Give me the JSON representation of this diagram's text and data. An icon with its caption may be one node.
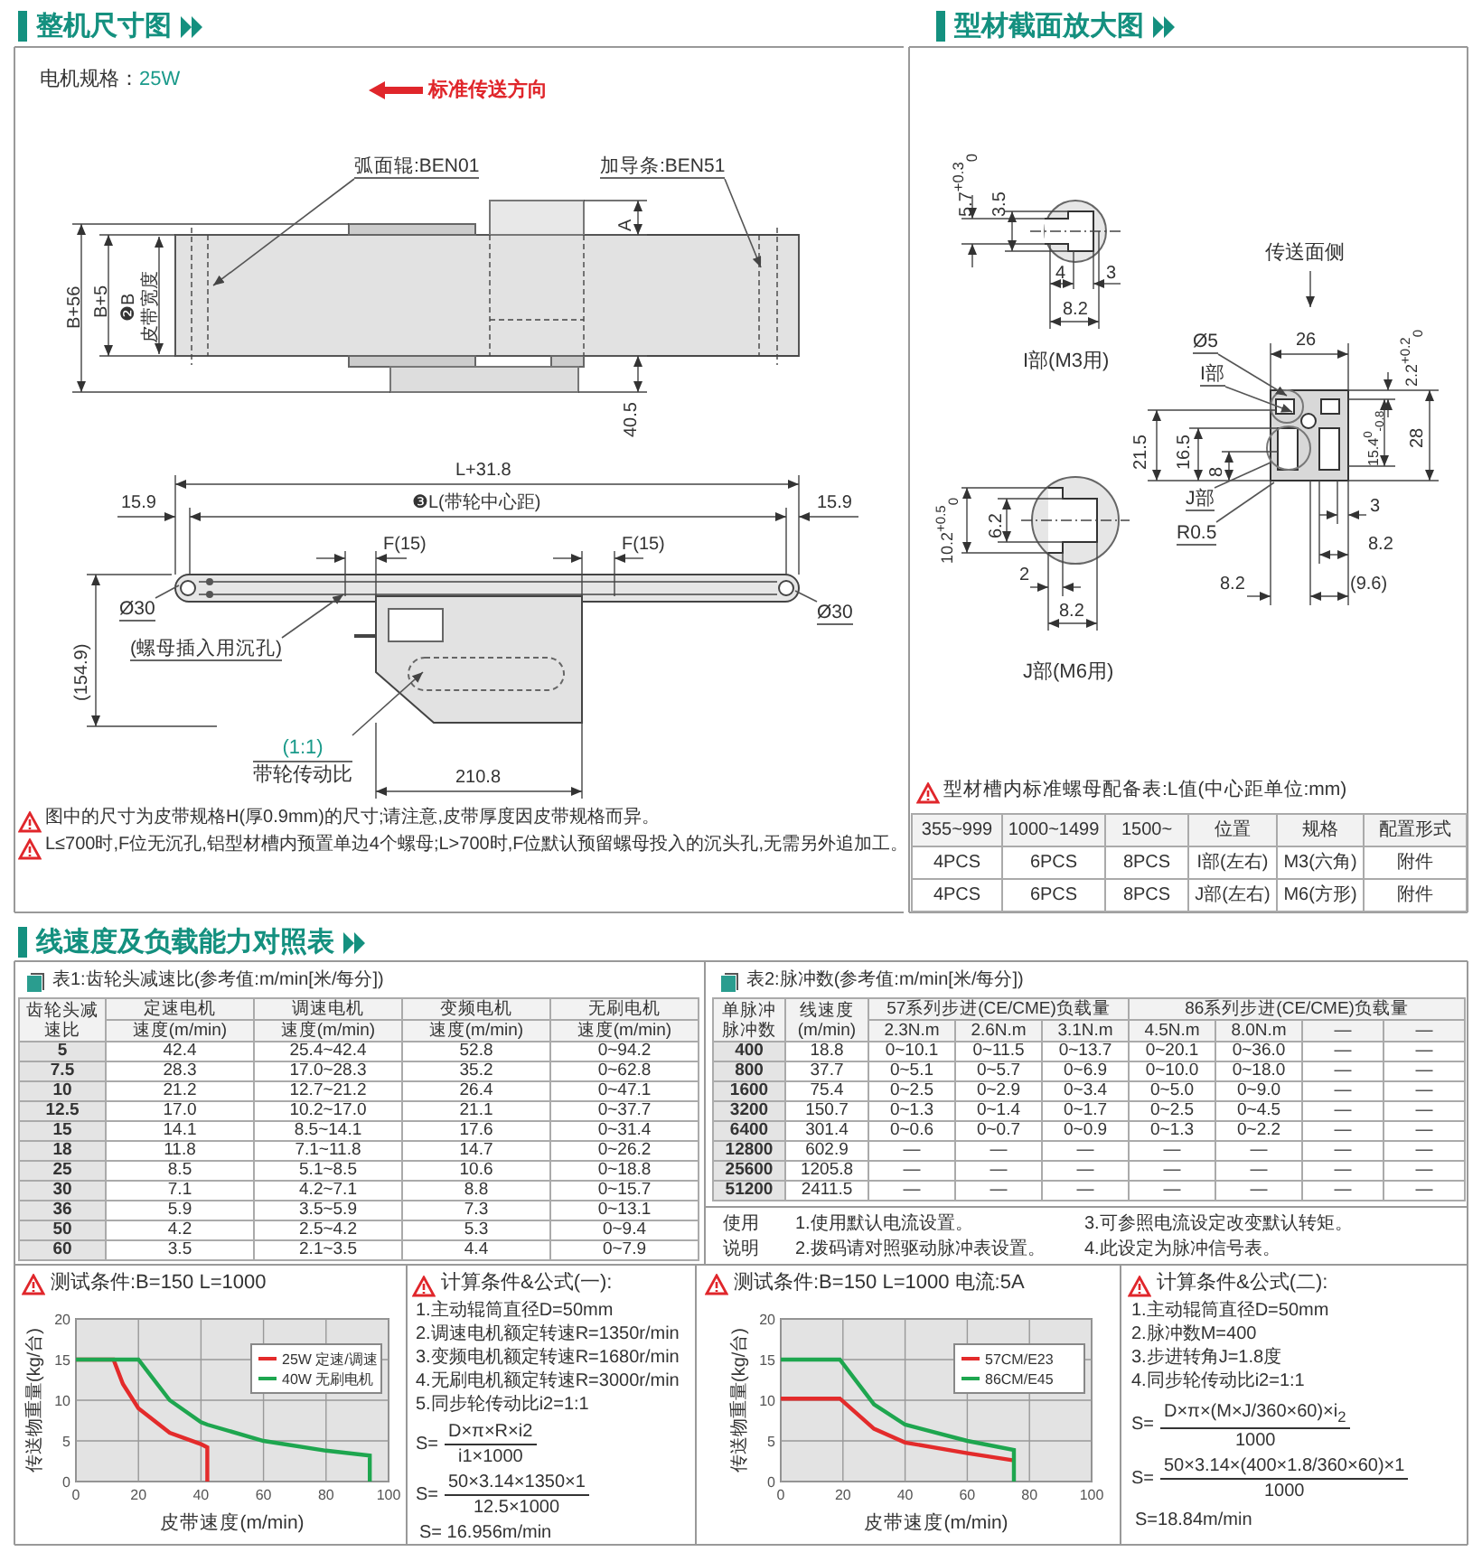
{
  "diagram": {
    "nodes": [
      {
        "text": [
          "弧面辊:BEN01"
        ]
      },
      {
        "text": [
          "加导条:BEN51"
        ]
      },
      {
        "text": [
          "Ø30"
        ]
      },
      {
        "text": [
          "(螺母插入用沉孔)"
        ]
      },
      {
        "text": [
          "Ø30"
        ]
      },
      {
        "text": [
          "(1:1)",
          "带轮传动比"
        ]
      },
      {
        "text": [
          "Ø5"
        ]
      },
      {
        "text": [
          "I部"
        ]
      },
      {
        "text": [
          "J部"
        ]
      },
      {
        "text": [
          "R0.5"
        ]
      }
    ],
    "edges": [
      {
        "from": 0,
        "to": null,
        "arrow": "to"
      },
      {
        "from": 1,
        "to": null,
        "arrow": "to"
      },
      {
        "from": 2,
        "to": null,
        "arrow": "none"
      },
      {
        "from": 3,
        "to": null,
        "arrow": "to"
      },
      {
        "from": 4,
        "to": null,
        "arrow": "none"
      },
      {
        "from": 5,
        "to": null,
        "arrow": "to"
      },
      {
        "from": 6,
        "to": null,
        "arrow": "to"
      },
      {
        "from": 7,
        "to": null,
        "arrow": "to"
      },
      {
        "from": 8,
        "to": null,
        "arrow": "none"
      },
      {
        "from": 9,
        "to": null,
        "arrow": "none"
      }
    ],
    "labels": [
      "整机尺寸图",
      "电机规格：",
      "25W",
      "标准传送方向",
      "A",
      "B+56",
      "B+5",
      "❷B",
      "皮带宽度",
      "40.5",
      "L+31.8",
      "15.9",
      "❸L(带轮中心距)",
      "15.9",
      "F(15)",
      "F(15)",
      "(154.9)",
      "210.8",
      "图中的尺寸为皮带规格H(厚0.9mm)的尺寸;请注意,皮带厚度因皮带规格而异。",
      "L≤700时,F位无沉孔,铝型材槽内预置单边4个螺母;L>700时,F位默认预留螺母投入的沉头孔,无需另外追加工。",
      "型材截面放大图",
      "5.7$^{+0.3}$$_{0}$",
      "3.5",
      "4",
      "3",
      "8.2",
      "I部(M3用)",
      "传送面侧",
      "26",
      "2.2$^{+0.2}$$_{0}$",
      "21.5",
      "16.5",
      "8",
      "15.4$^{0}$$_{-0.8}$",
      "28",
      "3",
      "8.2",
      "8.2",
      "(9.6)",
      "10.2$^{+0.5}$$_{0}$",
      "6.2",
      "2",
      "8.2",
      "J部(M6用)",
      "型材槽内标准螺母配备表:L值(中心距单位:mm)",
      "355~999",
      "1000~1499",
      "1500~",
      "位置",
      "规格",
      "配置形式",
      "4PCS",
      "6PCS",
      "8PCS",
      "I部(左右)",
      "M3(六角)",
      "附件",
      "4PCS",
      "6PCS",
      "8PCS",
      "J部(左右)",
      "M6(方形)",
      "附件",
      "线速度及负载能力对照表",
      "表1:齿轮头减速比(参考值:m/min[米/每分])",
      "齿轮头减速比",
      "定速电机",
      "调速电机",
      "变频电机",
      "无刷电机",
      "速度(m/min)",
      "速度(m/min)",
      "速度(m/min)",
      "速度(m/min)",
      "5",
      "42.4",
      "25.4~42.4",
      "52.8",
      "0~94.2",
      "7.5",
      "28.3",
      "17.0~28.3",
      "35.2",
      "0~62.8",
      "10",
      "21.2",
      "12.7~21.2",
      "26.4",
      "0~47.1",
      "12.5",
      "17.0",
      "10.2~17.0",
      "21.1",
      "0~37.7",
      "15",
      "14.1",
      "8.5~14.1",
      "17.6",
      "0~31.4",
      "18",
      "11.8",
      "7.1~11.8",
      "14.7",
      "0~26.2",
      "25",
      "8.5",
      "5.1~8.5",
      "10.6",
      "0~18.8",
      "30",
      "7.1",
      "4.2~7.1",
      "8.8",
      "0~15.7",
      "36",
      "5.9",
      "3.5~5.9",
      "7.3",
      "0~13.1",
      "50",
      "4.2",
      "2.5~4.2",
      "5.3",
      "0~9.4",
      "60",
      "3.5",
      "2.1~3.5",
      "4.4",
      "0~7.9",
      "表2:脉冲数(参考值:m/min[米/每分])",
      "单脉冲脉冲数",
      "线速度(m/min)",
      "57系列步进(CE/CME)负载量",
      "86系列步进(CE/CME)负载量",
      "2.3N.m",
      "2.6N.m",
      "3.1N.m",
      "4.5N.m",
      "8.0N.m",
      "—",
      "—",
      "400",
      "18.8",
      "0~10.1",
      "0~11.5",
      "0~13.7",
      "0~20.1",
      "0~36.0",
      "—",
      "—",
      "800",
      "37.7",
      "0~5.1",
      "0~5.7",
      "0~6.9",
      "0~10.0",
      "0~18.0",
      "—",
      "—",
      "1600",
      "75.4",
      "0~2.5",
      "0~2.9",
      "0~3.4",
      "0~5.0",
      "0~9.0",
      "—",
      "—",
      "3200",
      "150.7",
      "0~1.3",
      "0~1.4",
      "0~1.7",
      "0~2.5",
      "0~4.5",
      "—",
      "—",
      "6400",
      "301.4",
      "0~0.6",
      "0~0.7",
      "0~0.9",
      "0~1.3",
      "0~2.2",
      "—",
      "—",
      "12800",
      "602.9",
      "—",
      "—",
      "—",
      "—",
      "—",
      "—",
      "—",
      "25600",
      "1205.8",
      "—",
      "—",
      "—",
      "—",
      "—",
      "—",
      "—",
      "51200",
      "2411.5",
      "—",
      "—",
      "—",
      "—",
      "—",
      "—",
      "—",
      "使用",
      "1.使用默认电流设置。",
      "3.可参照电流设定改变默认转矩。",
      "说明",
      "2.拨码请对照驱动脉冲表设置。",
      "4.此设定为脉冲信号表。",
      "计算条件&公式(一):",
      "1.主动辊筒直径D=50mm",
      "2.调速电机额定转速R=1350r/min",
      "3.变频电机额定转速R=1680r/min",
      "4.无刷电机额定转速R=3000r/min",
      "5.同步轮传动比i2=1:1",
      "S=",
      "D×π×R×i2",
      "i1×1000",
      "S=",
      "50×3.14×1350×1",
      "12.5×1000",
      "S= 16.956m/min",
      "计算条件&公式(二):",
      "1.主动辊筒直径D=50mm",
      "2.脉冲数M=400",
      "3.步进转角J=1.8度",
      "4.同步轮传动比i2=1:1",
      "S=",
      "D×π×(M×J/360×60)×i$_{2}$",
      "1000",
      "S=",
      "50×3.14×(400×1.8/360×60)×1",
      "1000",
      "S=18.84m/min"
    ],
    "chart_data": [
      {
        "type": "line",
        "title": "测试条件:B=150 L=1000",
        "xlabel": "皮带速度(m/min)",
        "ylabel": "传送物重量(kg/台)",
        "x": [
          0,
          12,
          15,
          20,
          30,
          40,
          42,
          42,
          60,
          80,
          94,
          94
        ],
        "series": [
          {
            "name": "25W 定速/调速",
            "color": "#e32b2b",
            "values": [
              15,
              15,
              12,
              9,
              6,
              4.6,
              4.2,
              0,
              null,
              null,
              null,
              null
            ]
          },
          {
            "name": "40W 无刷电机",
            "color": "#1ea64f",
            "values": [
              15,
              15,
              15,
              15,
              10,
              7.3,
              7,
              7,
              5,
              3.8,
              3.2,
              0
            ]
          }
        ],
        "xlim": [
          0,
          100
        ],
        "ylim": [
          0,
          20
        ],
        "xticks": [
          0,
          20,
          40,
          60,
          80,
          100
        ],
        "yticks": [
          0,
          5,
          10,
          15,
          20
        ],
        "grid": true,
        "legend": "upper right"
      },
      {
        "type": "line",
        "title": "测试条件:B=150 L=1000 电流:5A",
        "xlabel": "皮带速度(m/min)",
        "ylabel": "传送物重量(kg/台)",
        "x": [
          0,
          19,
          30,
          40,
          60,
          75,
          75
        ],
        "series": [
          {
            "name": "57CM/E23",
            "color": "#e32b2b",
            "values": [
              10.2,
              10.2,
              6.5,
              4.8,
              3.5,
              2.6,
              null
            ]
          },
          {
            "name": "86CM/E45",
            "color": "#1ea64f",
            "values": [
              15,
              15,
              9.5,
              7,
              5,
              3.9,
              0
            ]
          }
        ],
        "xlim": [
          0,
          100
        ],
        "ylim": [
          0,
          20
        ],
        "xticks": [
          0,
          20,
          40,
          60,
          80,
          100
        ],
        "yticks": [
          0,
          5,
          10,
          15,
          20
        ],
        "grid": true,
        "legend": "upper right"
      }
    ]
  }
}
